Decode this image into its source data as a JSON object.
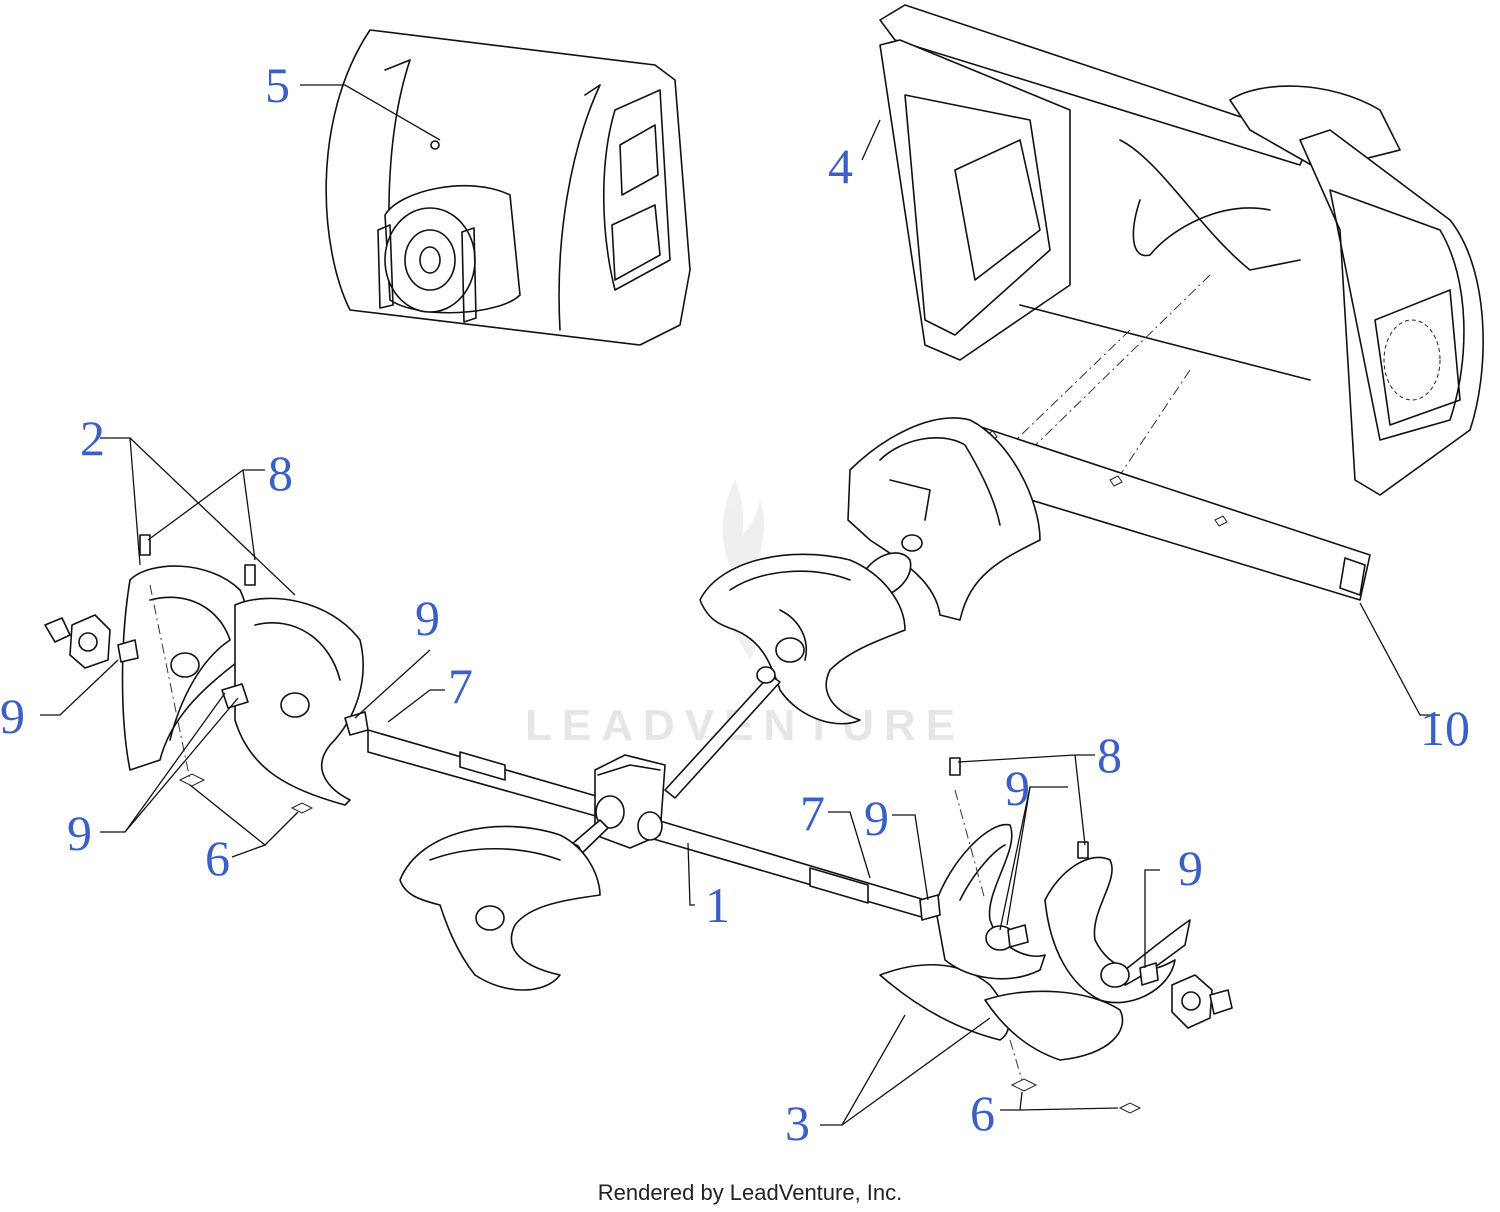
{
  "callouts": {
    "c1": "1",
    "c2": "2",
    "c3": "3",
    "c4": "4",
    "c5": "5",
    "c6a": "6",
    "c6b": "6",
    "c7a": "7",
    "c7b": "7",
    "c8a": "8",
    "c8b": "8",
    "c9a": "9",
    "c9b": "9",
    "c9c": "9",
    "c9d": "9",
    "c9e": "9",
    "c9f": "9",
    "c10": "10"
  },
  "watermark": "LEADVENTURE",
  "footer": "Rendered by LeadVenture, Inc.",
  "colors": {
    "callout": "#3a5fc8",
    "line": "#111111",
    "watermark": "#e6e6e6"
  }
}
